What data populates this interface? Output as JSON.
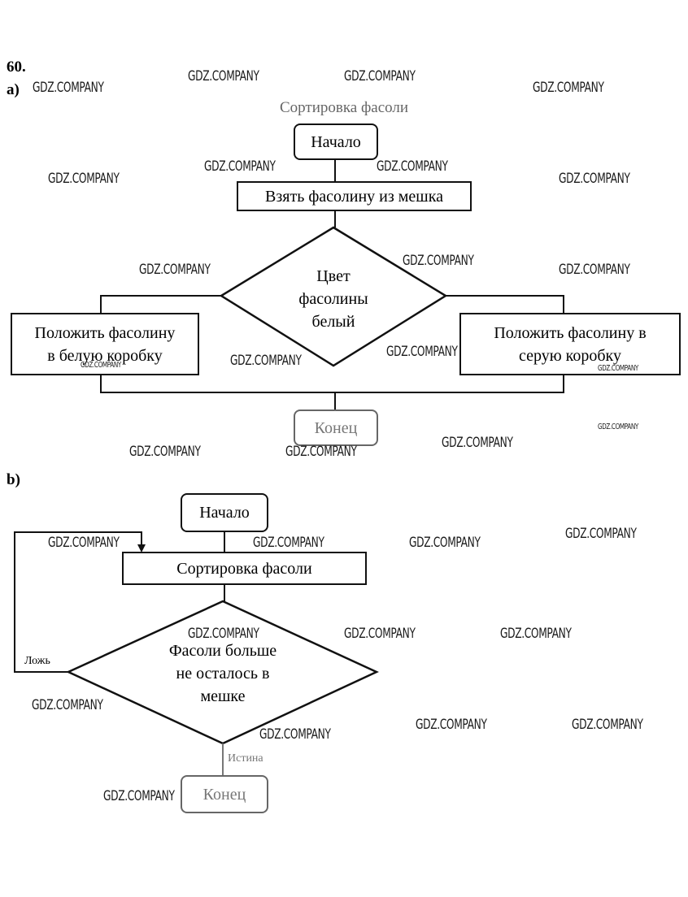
{
  "problem_number": "60.",
  "part_a": {
    "label": "a)",
    "title": "Сортировка фасоли",
    "start": "Начало",
    "take_bean": "Взять фасолину из мешка",
    "decision": [
      "Цвет",
      "фасолины",
      "белый"
    ],
    "left_action": [
      "Положить фасолину",
      "в белую коробку"
    ],
    "right_action": [
      "Положить фасолину в",
      "серую коробку"
    ],
    "end": "Конец"
  },
  "part_b": {
    "label": "b)",
    "start": "Начало",
    "process": "Сортировка фасоли",
    "decision": [
      "Фасоли больше",
      "не осталось в",
      "мешке"
    ],
    "false_label": "Ложь",
    "true_label": "Истина",
    "end": "Конец"
  },
  "watermark": "GDZ.COMPANY"
}
